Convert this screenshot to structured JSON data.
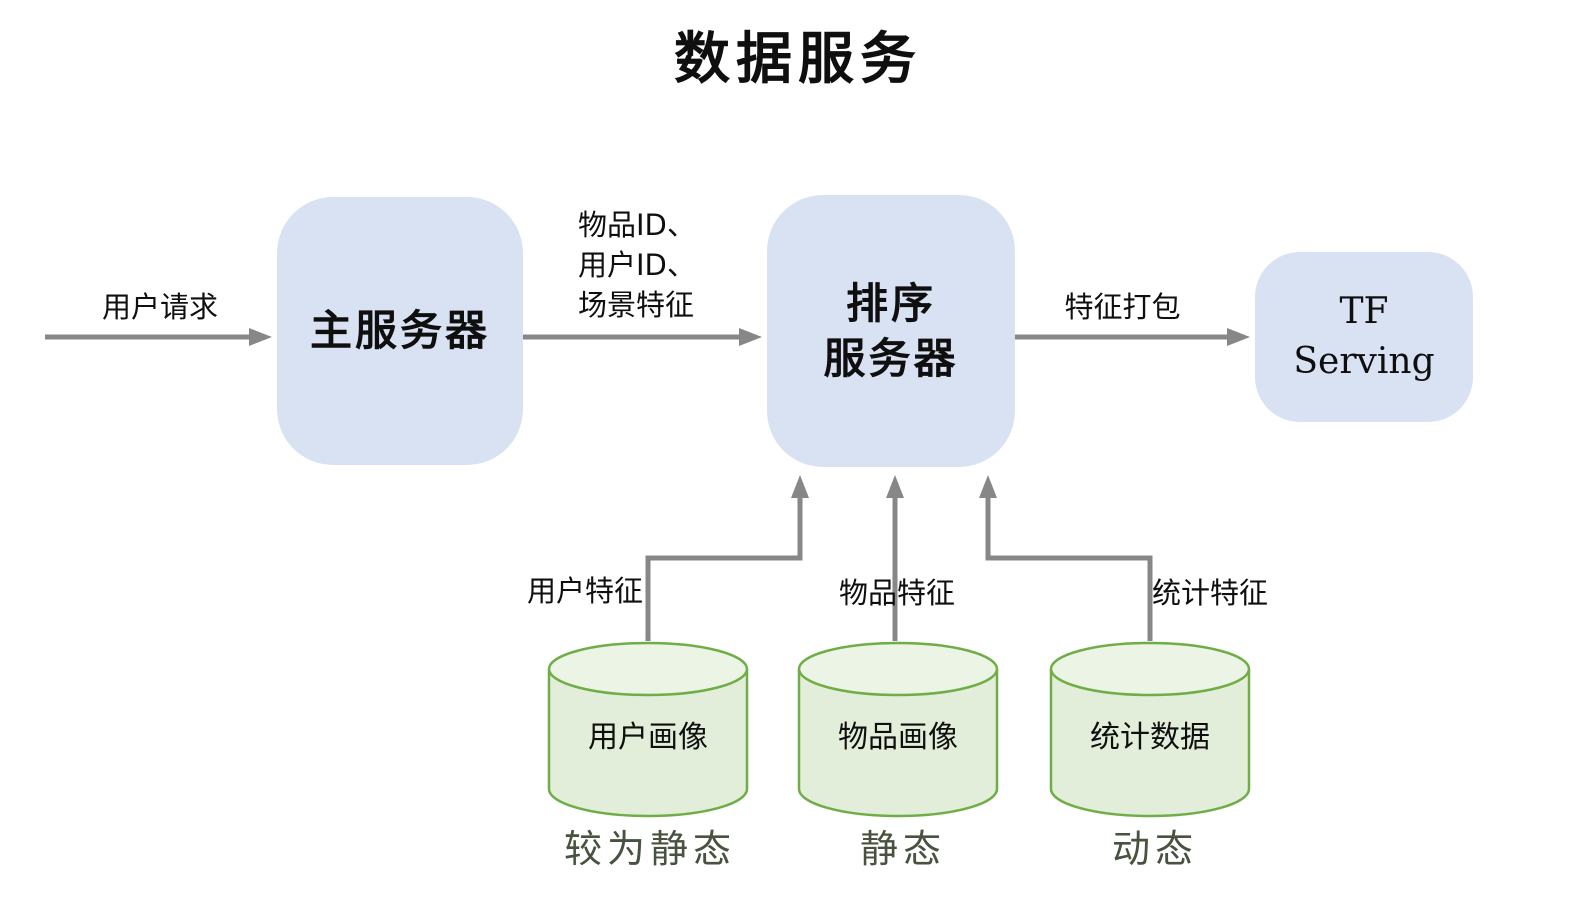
{
  "title": "数据服务",
  "colors": {
    "text": "#0f0f0f",
    "node_fill": "#d9e2f3",
    "db_fill": "#e2eeda",
    "db_top_fill": "#ebf4e5",
    "db_stroke": "#70ad47",
    "arrow": "#878787",
    "caption_text": "#47523f"
  },
  "nodes": {
    "main_server": {
      "label": "主服务器"
    },
    "ranking_server": {
      "line1": "排序",
      "line2": "服务器"
    },
    "tf_serving": {
      "line1": "TF",
      "line2": "Serving"
    }
  },
  "edges": {
    "user_request": {
      "label": "用户请求"
    },
    "to_ranking": {
      "line1": "物品ID、",
      "line2": "用户ID、",
      "line3": "场景特征"
    },
    "feature_pack": {
      "label": "特征打包"
    },
    "user_features": {
      "label": "用户特征"
    },
    "item_features": {
      "label": "物品特征"
    },
    "stat_features": {
      "label": "统计特征"
    }
  },
  "databases": [
    {
      "label": "用户画像",
      "caption": "较为静态"
    },
    {
      "label": "物品画像",
      "caption": "静态"
    },
    {
      "label": "统计数据",
      "caption": "动态"
    }
  ]
}
